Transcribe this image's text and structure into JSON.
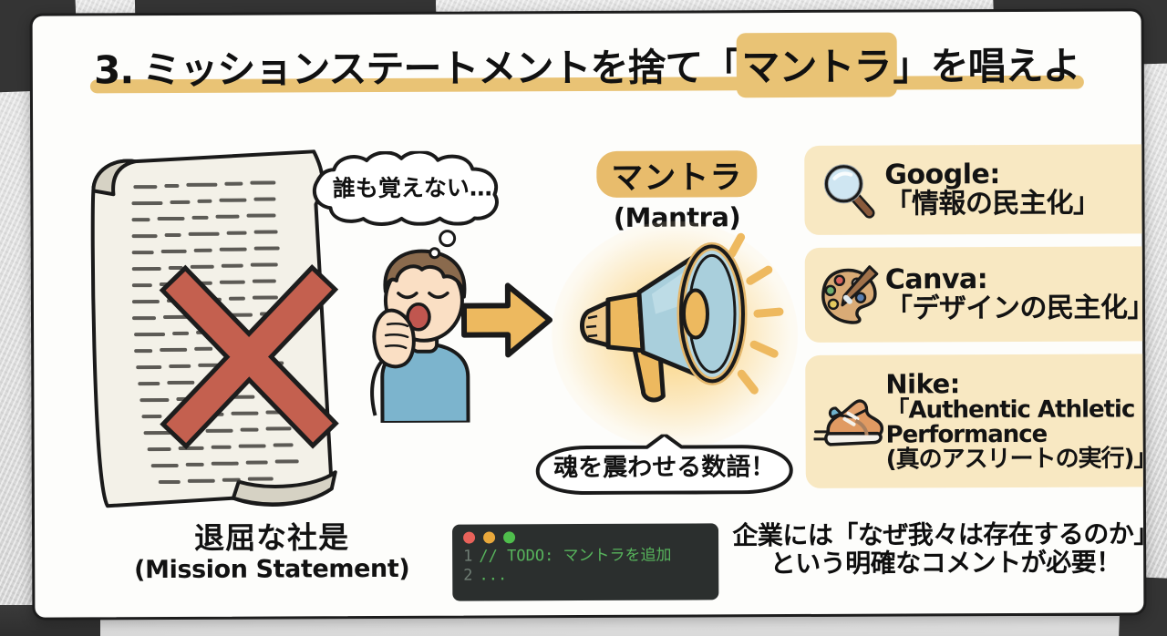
{
  "title": {
    "number": "3.",
    "part1": "ミッションステートメントを捨て",
    "bracket_open": "「",
    "highlight": "マントラ",
    "bracket_close": "」",
    "part2": "を唱えよ",
    "highlight_color": "#e9c375"
  },
  "left": {
    "thought_bubble": "誰も覚えない…",
    "caption_jp": "退屈な社是",
    "caption_en": "(Mission Statement)",
    "cross_color": "#c4604f",
    "scroll_color": "#efece2"
  },
  "center": {
    "mantra_jp": "マントラ",
    "mantra_en": "(Mantra)",
    "mantra_highlight_color": "#e8bc6c",
    "arrow_color": "#edb95f",
    "speech_bubble": "魂を震わせる数語！",
    "megaphone_cone_color": "#a9cfdc",
    "megaphone_body_color": "#edb95f",
    "glow_color": "#facd6e"
  },
  "cards": [
    {
      "icon": "magnifying-glass-icon",
      "brand": "Google:",
      "quote": "「情報の民主化」",
      "bg": "#f8e8c2"
    },
    {
      "icon": "artist-palette-icon",
      "brand": "Canva:",
      "quote": "「デザインの民主化」",
      "bg": "#f8e8c2"
    },
    {
      "icon": "running-shoe-icon",
      "brand": "Nike:",
      "quote_line1": "「Authentic Athletic",
      "quote_line2": "Performance",
      "quote_line3": "(真のアスリートの実行)」",
      "bg": "#f8e8c2"
    }
  ],
  "code_block": {
    "dots": [
      "#e8625a",
      "#e9a83b",
      "#4fbe4c"
    ],
    "line1_number": "1",
    "line1_text": "// TODO: マントラを追加",
    "line2_number": "2",
    "line2_text": "...",
    "bg": "#2b2f2e",
    "text_color": "#57b45c"
  },
  "statement": {
    "line1": "企業には「なぜ我々は存在するのか」",
    "line2": "という明確なコメントが必要！"
  }
}
